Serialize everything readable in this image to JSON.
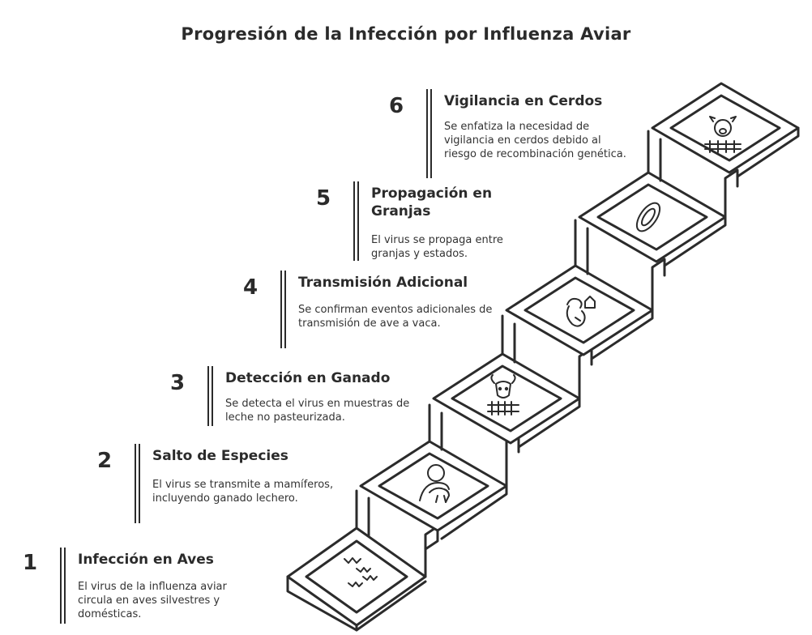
{
  "title": "Progresión de la Infección por Influenza Aviar",
  "steps": [
    {
      "number": "1",
      "heading": "Infección en Aves",
      "description": "El virus de la influenza aviar circula en aves silvestres y domésticas.",
      "icon": "birds-icon"
    },
    {
      "number": "2",
      "heading": "Salto de Especies",
      "description": "El virus se transmite a mamíferos, incluyendo ganado lechero.",
      "icon": "person-with-animal-icon"
    },
    {
      "number": "3",
      "heading": "Detección en Ganado",
      "description": "Se detecta el virus en muestras de leche no pasteurizada.",
      "icon": "cow-icon"
    },
    {
      "number": "4",
      "heading": "Transmisión Adicional",
      "description": "Se confirman eventos adicionales de transmisión de ave a vaca.",
      "icon": "rooster-icon"
    },
    {
      "number": "5",
      "heading": "Propagación en Granjas",
      "description": "El virus se propaga entre granjas y estados.",
      "icon": "virus-icon"
    },
    {
      "number": "6",
      "heading": "Vigilancia en Cerdos",
      "description": "Se enfatiza la necesidad de vigilancia en cerdos debido al riesgo de recombinación genética.",
      "icon": "pig-icon"
    }
  ]
}
